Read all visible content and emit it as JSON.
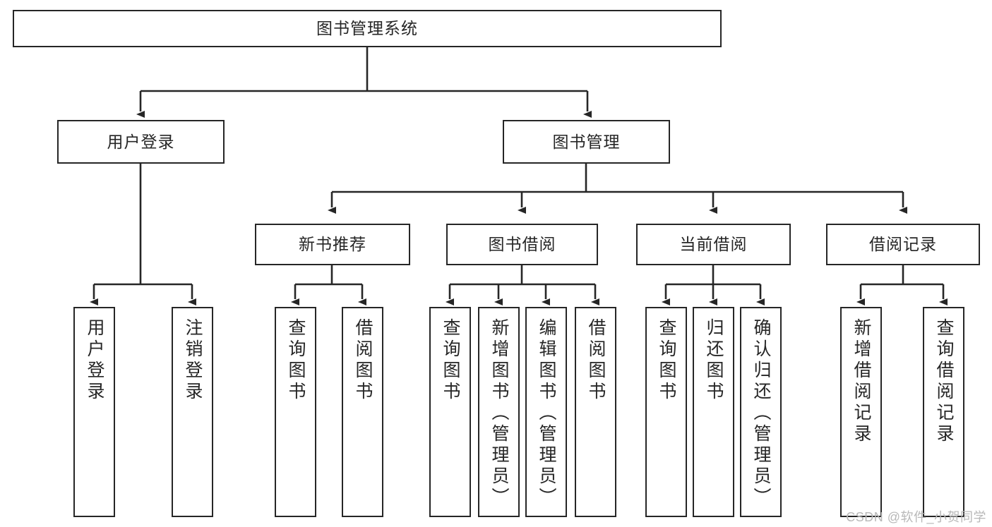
{
  "diagram": {
    "type": "tree-hierarchy-functional-decomposition",
    "title_text": "图书管理系统",
    "watermark": "CSDN @软件_小贺同学",
    "line_color": "#262626",
    "box_fill": "#ffffff",
    "text_color": "#262626",
    "levels": {
      "level0": [
        {
          "id": "root",
          "label": "图书管理系统"
        }
      ],
      "level1": [
        {
          "id": "user-login",
          "label": "用户登录",
          "parent": "root"
        },
        {
          "id": "book-manage",
          "label": "图书管理",
          "parent": "root"
        }
      ],
      "level2": [
        {
          "id": "new-book-recommend",
          "label": "新书推荐",
          "parent": "book-manage"
        },
        {
          "id": "book-borrow",
          "label": "图书借阅",
          "parent": "book-manage"
        },
        {
          "id": "current-borrow",
          "label": "当前借阅",
          "parent": "book-manage"
        },
        {
          "id": "borrow-record",
          "label": "借阅记录",
          "parent": "book-manage"
        }
      ],
      "leaves": [
        {
          "id": "leaf-user-login",
          "label": "用户登录",
          "parent": "user-login"
        },
        {
          "id": "leaf-logout",
          "label": "注销登录",
          "parent": "user-login"
        },
        {
          "id": "leaf-query-book-1",
          "label": "查询图书",
          "parent": "new-book-recommend"
        },
        {
          "id": "leaf-borrow-book-1",
          "label": "借阅图书",
          "parent": "new-book-recommend"
        },
        {
          "id": "leaf-query-book-2",
          "label": "查询图书",
          "parent": "book-borrow"
        },
        {
          "id": "leaf-add-book",
          "label": "新增图书（管理员）",
          "parent": "book-borrow"
        },
        {
          "id": "leaf-edit-book",
          "label": "编辑图书（管理员）",
          "parent": "book-borrow"
        },
        {
          "id": "leaf-borrow-book-2",
          "label": "借阅图书",
          "parent": "book-borrow"
        },
        {
          "id": "leaf-query-book-3",
          "label": "查询图书",
          "parent": "current-borrow"
        },
        {
          "id": "leaf-return-book",
          "label": "归还图书",
          "parent": "current-borrow"
        },
        {
          "id": "leaf-confirm-return",
          "label": "确认归还（管理员）",
          "parent": "current-borrow"
        },
        {
          "id": "leaf-add-record",
          "label": "新增借阅记录",
          "parent": "borrow-record"
        },
        {
          "id": "leaf-query-record",
          "label": "查询借阅记录",
          "parent": "borrow-record"
        }
      ]
    }
  }
}
